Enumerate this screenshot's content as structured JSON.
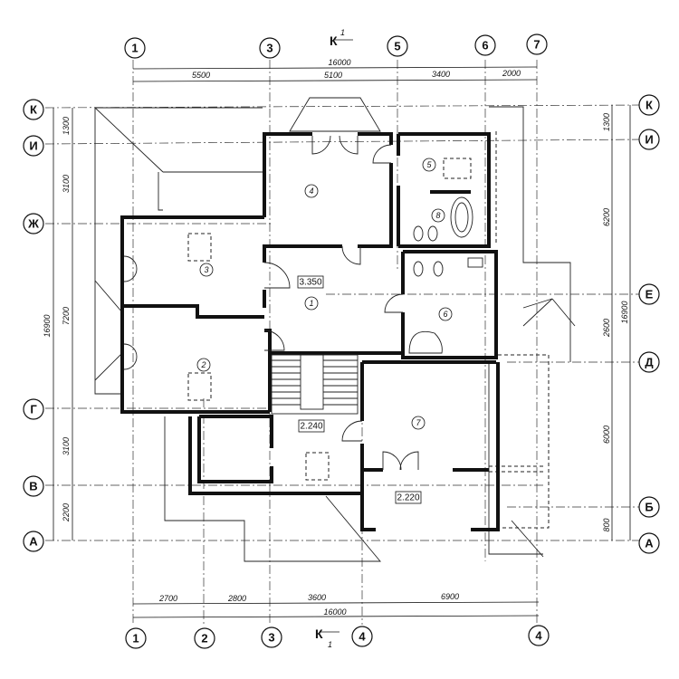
{
  "axes": {
    "top": [
      "1",
      "3",
      "5",
      "6",
      "7"
    ],
    "bottom": [
      "1",
      "2",
      "3",
      "4",
      "4"
    ],
    "left": [
      "К",
      "И",
      "Ж",
      "Г",
      "В",
      "А"
    ],
    "right": [
      "К",
      "И",
      "Е",
      "Д",
      "Б",
      "А"
    ]
  },
  "dimensions": {
    "top_total": "16000",
    "top": [
      "5500",
      "5100",
      "3400",
      "2000"
    ],
    "bottom": [
      "2700",
      "2800",
      "3600",
      "6900"
    ],
    "bottom_total": "16000",
    "left": [
      "1300",
      "3100",
      "7200",
      "3100",
      "2200"
    ],
    "left_total": "16900",
    "right": [
      "1300",
      "6200",
      "2600",
      "6000",
      "800"
    ],
    "right_total": "16900"
  },
  "section_marks": {
    "top": {
      "letter": "К",
      "number": "1"
    },
    "bottom": {
      "letter": "К",
      "number": "1"
    }
  },
  "rooms": [
    "1",
    "2",
    "3",
    "4",
    "5",
    "6",
    "7",
    "8"
  ],
  "levels": [
    "3.350",
    "2.240",
    "2.220"
  ]
}
